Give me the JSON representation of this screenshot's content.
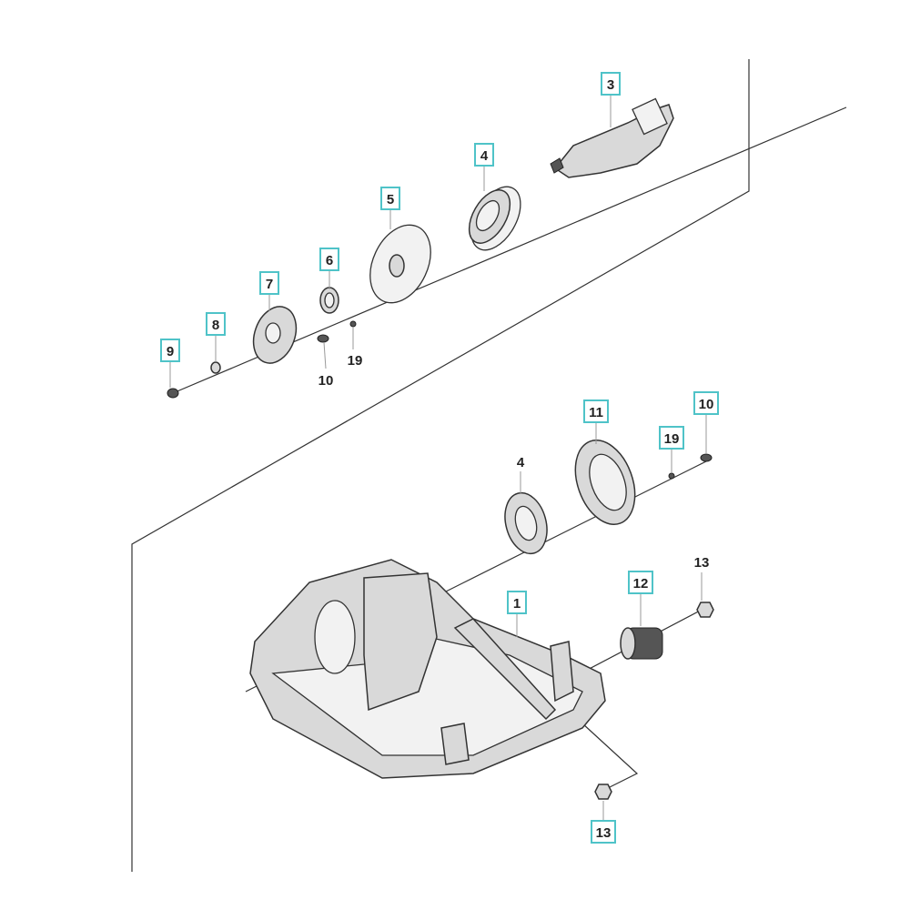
{
  "diagram": {
    "type": "exploded-parts-view",
    "colors": {
      "callout_box": "#4fc3c8",
      "line": "#333333"
    },
    "callouts": [
      {
        "id": "3",
        "boxed": true
      },
      {
        "id": "4",
        "boxed": true
      },
      {
        "id": "5",
        "boxed": true
      },
      {
        "id": "6",
        "boxed": true
      },
      {
        "id": "7",
        "boxed": true
      },
      {
        "id": "8",
        "boxed": true
      },
      {
        "id": "9",
        "boxed": true
      },
      {
        "id": "10",
        "boxed": false
      },
      {
        "id": "19",
        "boxed": false
      },
      {
        "id": "11",
        "boxed": true
      },
      {
        "id": "10",
        "boxed": true
      },
      {
        "id": "19",
        "boxed": true
      },
      {
        "id": "4",
        "boxed": false
      },
      {
        "id": "13",
        "boxed": false
      },
      {
        "id": "12",
        "boxed": true
      },
      {
        "id": "1",
        "boxed": true
      },
      {
        "id": "13",
        "boxed": true
      }
    ]
  }
}
